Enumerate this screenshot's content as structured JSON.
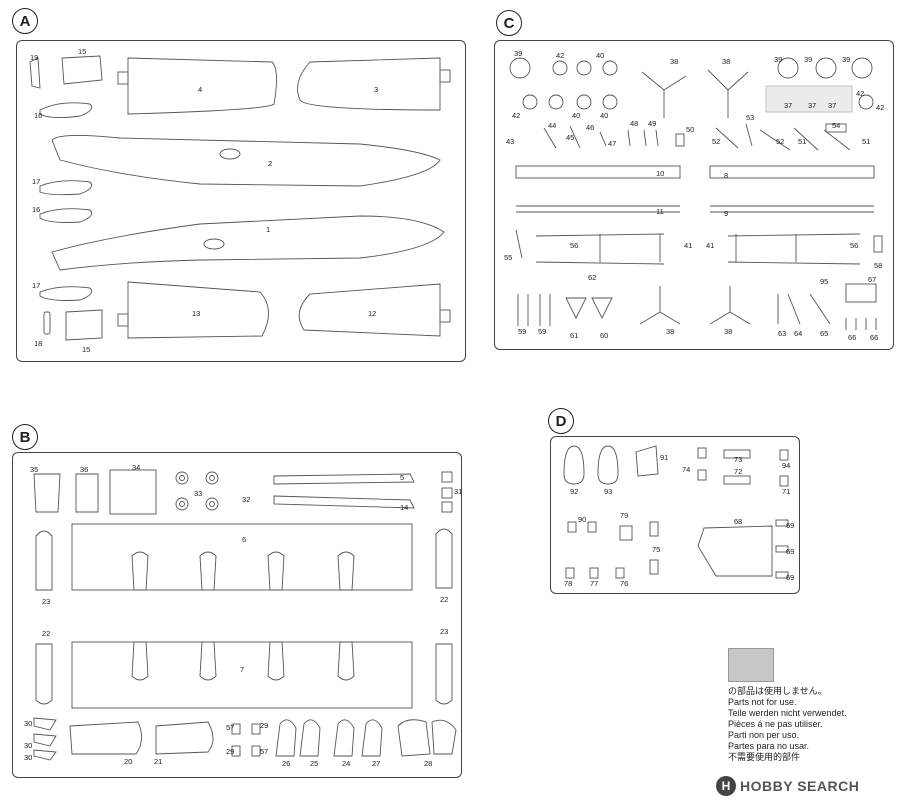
{
  "sprues": {
    "a": "A",
    "b": "B",
    "c": "C",
    "d": "D"
  },
  "labels_a": [
    "19",
    "15",
    "4",
    "3",
    "16",
    "2",
    "17",
    "16",
    "1",
    "17",
    "13",
    "12",
    "18",
    "15"
  ],
  "labels_b": [
    "35",
    "36",
    "34",
    "33",
    "5",
    "31",
    "14",
    "6",
    "23",
    "22",
    "22",
    "23",
    "7",
    "30",
    "30",
    "30",
    "20",
    "21",
    "57",
    "29",
    "29",
    "57",
    "32",
    "26",
    "25",
    "24",
    "27",
    "28"
  ],
  "labels_c": [
    "39",
    "42",
    "40",
    "38",
    "38",
    "39",
    "39",
    "39",
    "42",
    "40",
    "40",
    "42",
    "37",
    "37",
    "37",
    "42",
    "44",
    "45",
    "46",
    "47",
    "48",
    "49",
    "50",
    "43",
    "53",
    "54",
    "52",
    "52",
    "51",
    "51",
    "10",
    "8",
    "11",
    "9",
    "56",
    "41",
    "41",
    "56",
    "55",
    "58",
    "67",
    "62",
    "95",
    "59",
    "59",
    "61",
    "60",
    "38",
    "38",
    "63",
    "64",
    "65",
    "66",
    "66"
  ],
  "labels_d": [
    "91",
    "92",
    "93",
    "74",
    "73",
    "72",
    "94",
    "71",
    "90",
    "79",
    "68",
    "75",
    "69",
    "69",
    "69",
    "78",
    "77",
    "76"
  ],
  "note": {
    "lines": [
      "の部品は使用しません。",
      "Parts not for use.",
      "Teile werden nicht verwendet.",
      "Pièces á ne pas utiliser.",
      "Parti non per uso.",
      "Partes para no usar.",
      "不需要使用的部件"
    ],
    "swatch_color": "#c8c8c8"
  },
  "watermark": {
    "badge": "H",
    "text": "HOBBY SEARCH"
  },
  "icons": {
    "frame_shape": "sprue-frame",
    "parts": "line-art-parts"
  }
}
